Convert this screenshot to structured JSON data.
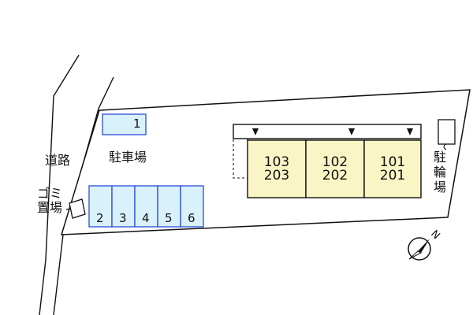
{
  "labels": {
    "road": "道路",
    "parking": "駐車場",
    "garbage_line1": "ゴミ",
    "garbage_line2": "置場",
    "bike_ch1": "駐",
    "bike_ch2": "輪",
    "bike_ch3": "場"
  },
  "parking_spaces": [
    "1",
    "2",
    "3",
    "4",
    "5",
    "6"
  ],
  "units": [
    {
      "upper": "103",
      "lower": "203"
    },
    {
      "upper": "102",
      "lower": "202"
    },
    {
      "upper": "101",
      "lower": "201"
    }
  ],
  "compass": {
    "north_label": "N"
  },
  "colors": {
    "parking_fill": "#d9f1fb",
    "parking_stroke": "#2a4bd7",
    "unit_fill": "#f9f5c5",
    "lot_stroke": "#111111"
  }
}
